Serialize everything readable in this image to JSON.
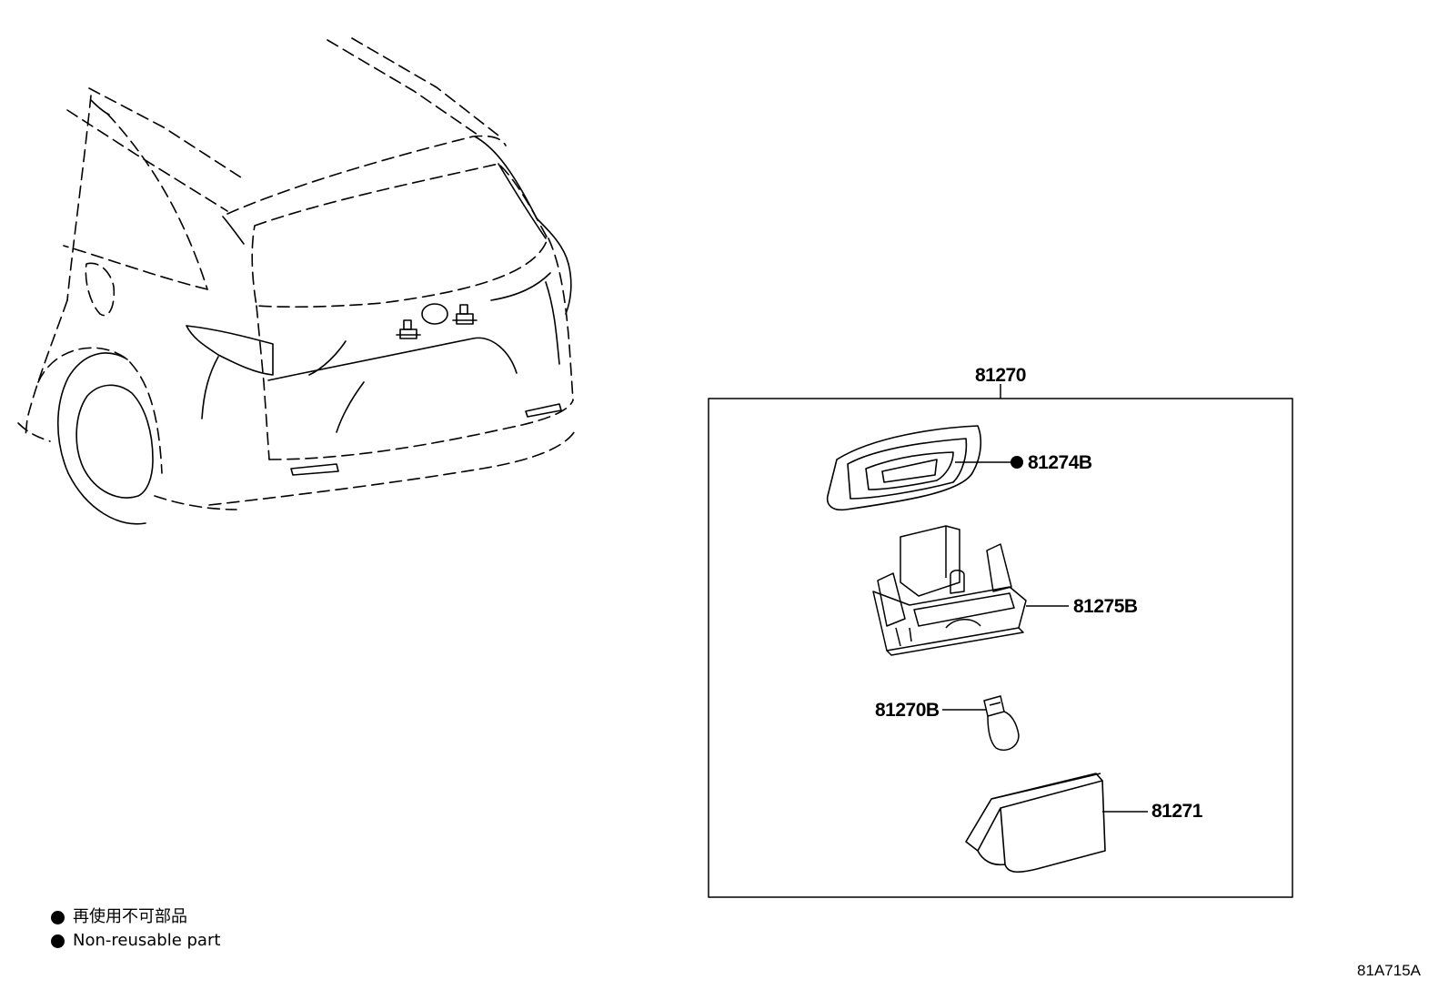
{
  "callouts": {
    "assembly": "81270",
    "gasket": "81274B",
    "socket": "81275B",
    "bulb": "81270B",
    "lens": "81271"
  },
  "legend": {
    "jp": "再使用不可部品",
    "en": "Non-reusable part"
  },
  "drawing_number": "81A715A"
}
